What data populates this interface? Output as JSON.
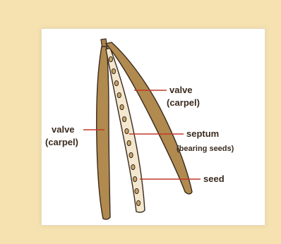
{
  "labels": {
    "valve_right_line1": "valve",
    "valve_right_line2": "(carpel)",
    "valve_left_line1": "valve",
    "valve_left_line2": "(carpel)",
    "septum_line1": "septum",
    "septum_line2": "(bearing seeds)",
    "seed": "seed"
  },
  "colors": {
    "background": "#f6e2b1",
    "valve_fill": "#b08a4e",
    "septum_fill": "#f3e7cf",
    "seed_fill": "#c9a56a",
    "leader_line": "#c0392b",
    "outline": "#3a2a1e"
  },
  "seeds_on_septum": 13
}
